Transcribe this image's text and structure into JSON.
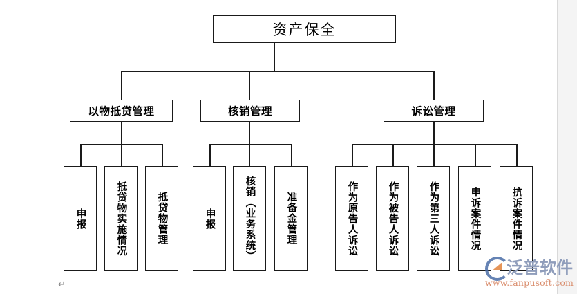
{
  "diagram": {
    "type": "org-chart",
    "title": "资产保全",
    "root": {
      "label": "资产保全"
    },
    "level2": [
      {
        "label": "以物抵贷管理"
      },
      {
        "label": "核销管理"
      },
      {
        "label": "诉讼管理"
      }
    ],
    "leaves_group1": [
      {
        "label": "申报"
      },
      {
        "label": "抵贷物实施情况"
      },
      {
        "label": "抵贷物管理"
      }
    ],
    "leaves_group2": [
      {
        "label": "申报"
      },
      {
        "label": "核销（业务系统）"
      },
      {
        "label": "准备金管理"
      }
    ],
    "leaves_group3": [
      {
        "label": "作为原告人诉讼"
      },
      {
        "label": "作为被告人诉讼"
      },
      {
        "label": "作为第三人诉讼"
      },
      {
        "label": "申诉案件情况"
      },
      {
        "label": "抗诉案件情况"
      }
    ]
  },
  "watermark": {
    "brand": "泛普软件",
    "url": "www.fanpusoft.com"
  },
  "editing_marks": {
    "paragraph_mark": "↵"
  },
  "colors": {
    "border": "#1a1a1a",
    "background": "#ffffff",
    "watermark_brand": "#8f9dbb",
    "watermark_url": "#d98b6a",
    "logo_blue": "#4b6ea8",
    "logo_orange": "#e2823c",
    "page_margin": "#f4f4f4"
  }
}
